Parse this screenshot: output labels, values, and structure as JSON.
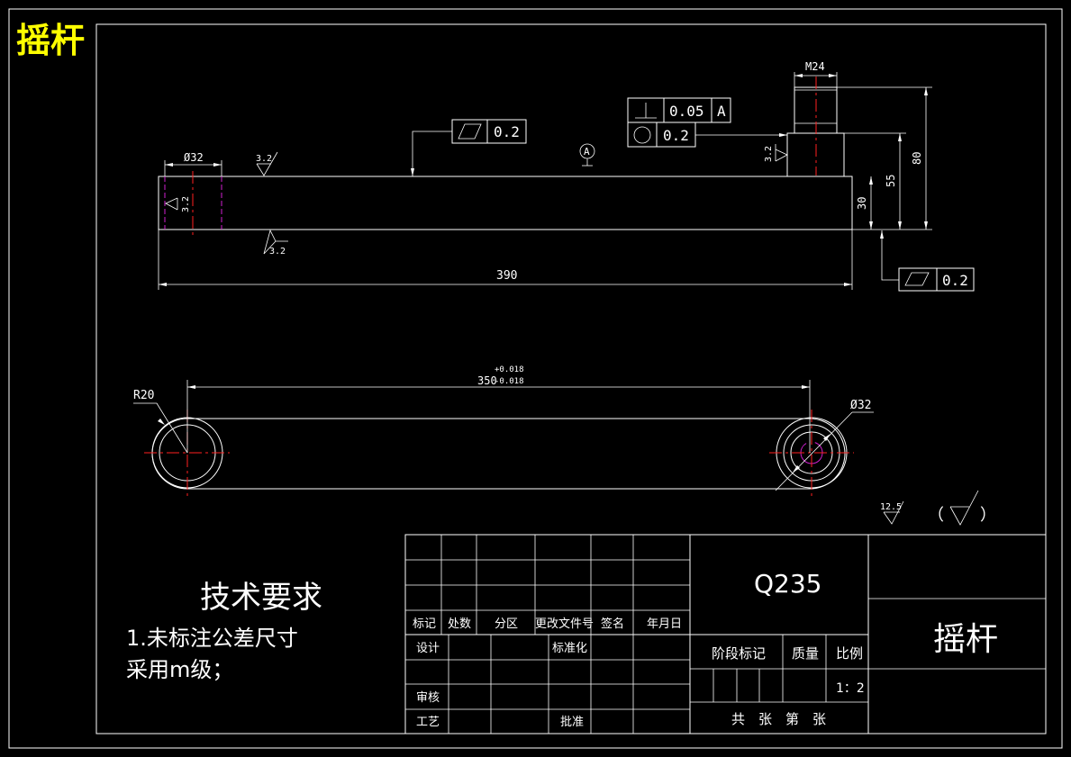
{
  "corner_title": "摇杆",
  "tech_requirements": {
    "heading": "技术要求",
    "line1": "1.未标注公差尺寸",
    "line2": "采用m级；"
  },
  "front_view": {
    "dim_diameter_left": "Ø32",
    "dim_length": "390",
    "dim_30": "30",
    "dim_55": "55",
    "dim_80": "80",
    "dim_thread": "M24",
    "roughness_top": "3.2",
    "roughness_bottom": "3.2",
    "roughness_left": "3.2",
    "roughness_boss": "3.2",
    "datum_label": "A",
    "tol_flatness_top": "0.2",
    "tol_perp_value": "0.05",
    "tol_perp_datum": "A",
    "tol_round_value": "0.2",
    "tol_flatness_bottom": "0.2"
  },
  "top_view": {
    "dim_radius": "R20",
    "dim_diameter_right": "Ø32",
    "dim_center_distance": "350",
    "dim_tol_upper": "+0.018",
    "dim_tol_lower": "-0.018"
  },
  "general_roughness": {
    "value": "12.5",
    "paren_open": "（",
    "paren_close": "）"
  },
  "title_block": {
    "material": "Q235",
    "part_name": "摇杆",
    "headers": [
      "标记",
      "处数",
      "分区",
      "更改文件号",
      "签名",
      "年月日"
    ],
    "design": "设计",
    "standardization": "标准化",
    "review": "审核",
    "process": "工艺",
    "approve": "批准",
    "stage_mark": "阶段标记",
    "weight": "质量",
    "scale_label": "比例",
    "scale_value": "1：2",
    "sheets": "共　张　第　张"
  }
}
